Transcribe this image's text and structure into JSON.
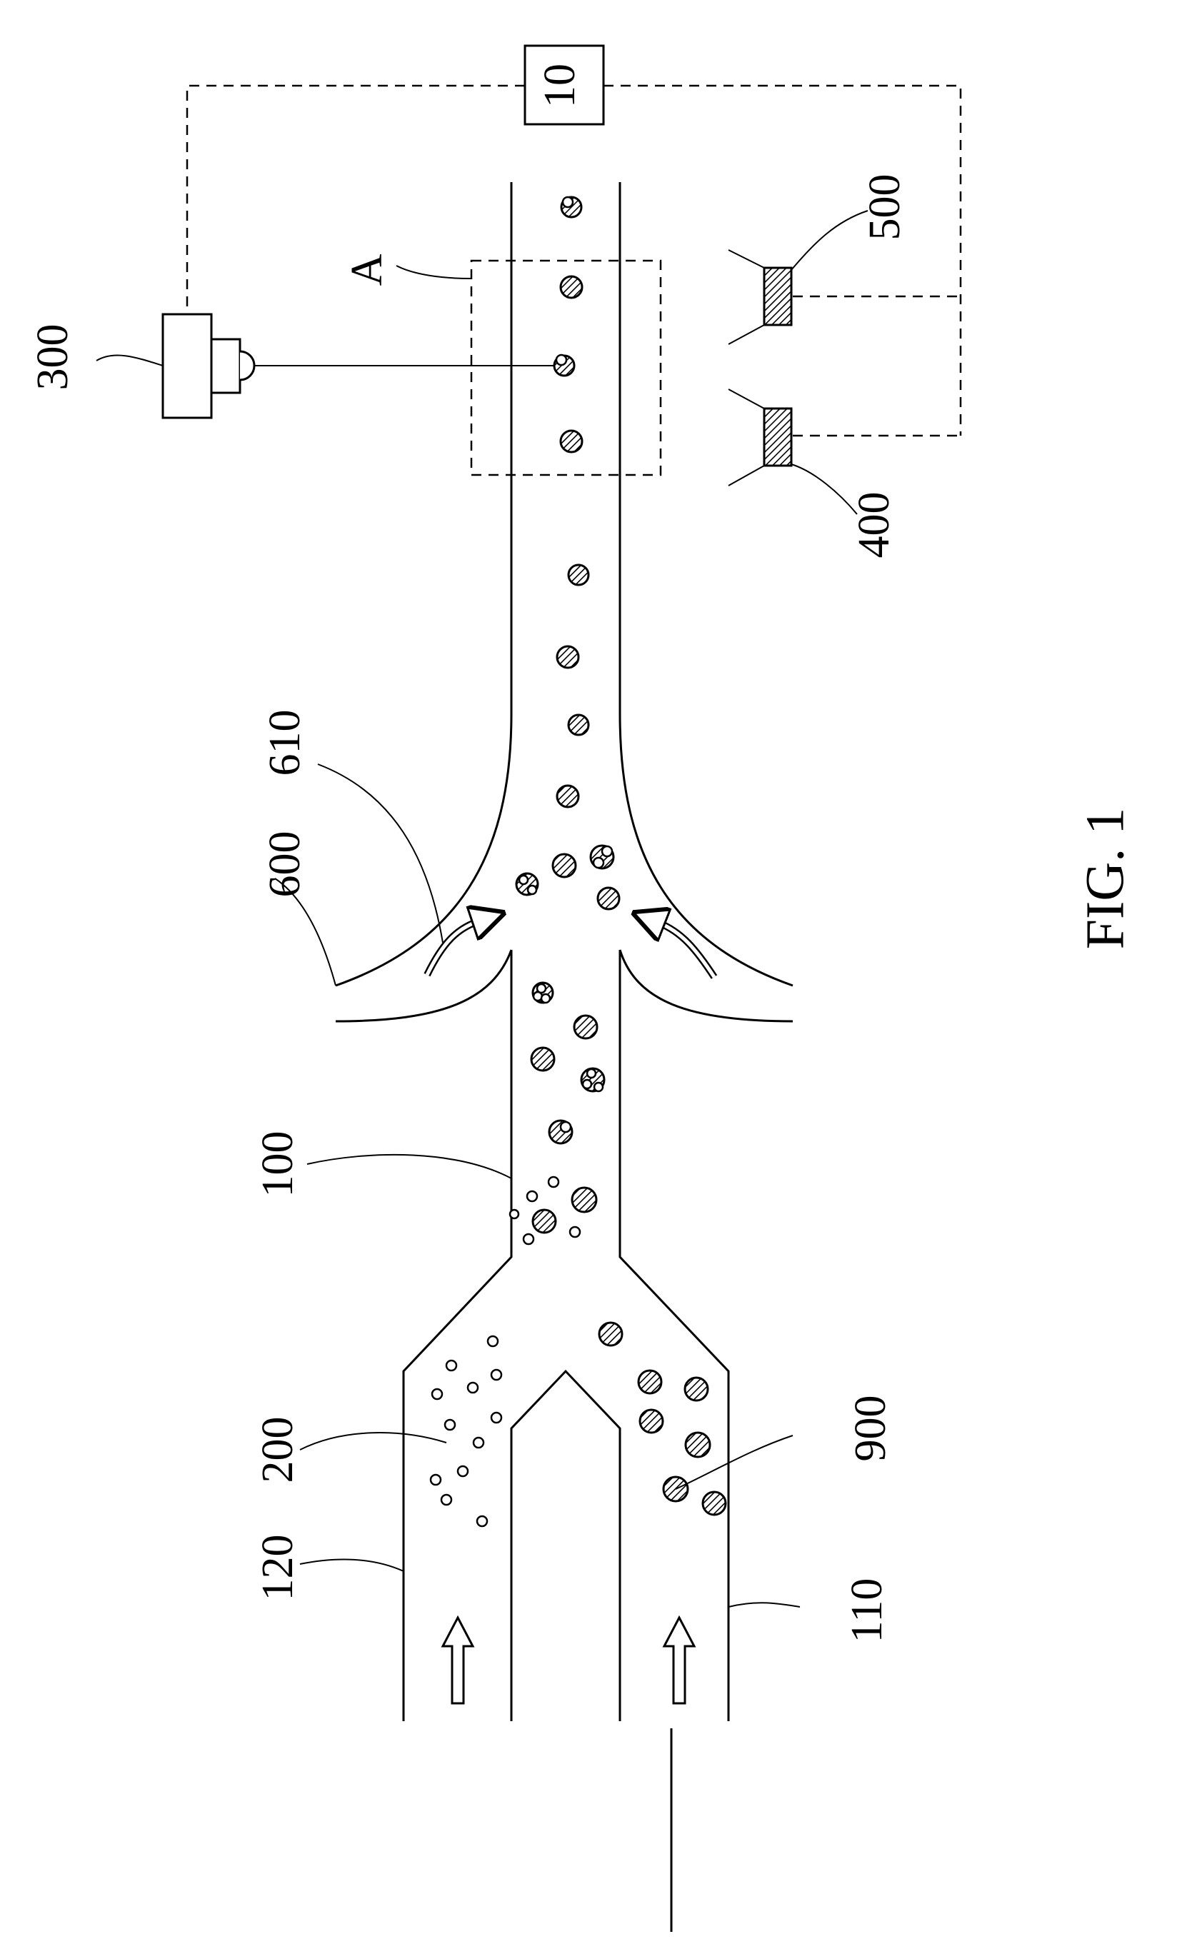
{
  "figure": {
    "caption": "FIG. 1",
    "labels": {
      "controller": "10",
      "pipe": "100",
      "first_inlet": "110",
      "second_inlet": "120",
      "beads": "200",
      "detector": "300",
      "light_source_a": "400",
      "light_source_b": "500",
      "sheath_channel": "600",
      "sheath_flow": "610",
      "cells": "900",
      "detail_region": "A"
    }
  }
}
